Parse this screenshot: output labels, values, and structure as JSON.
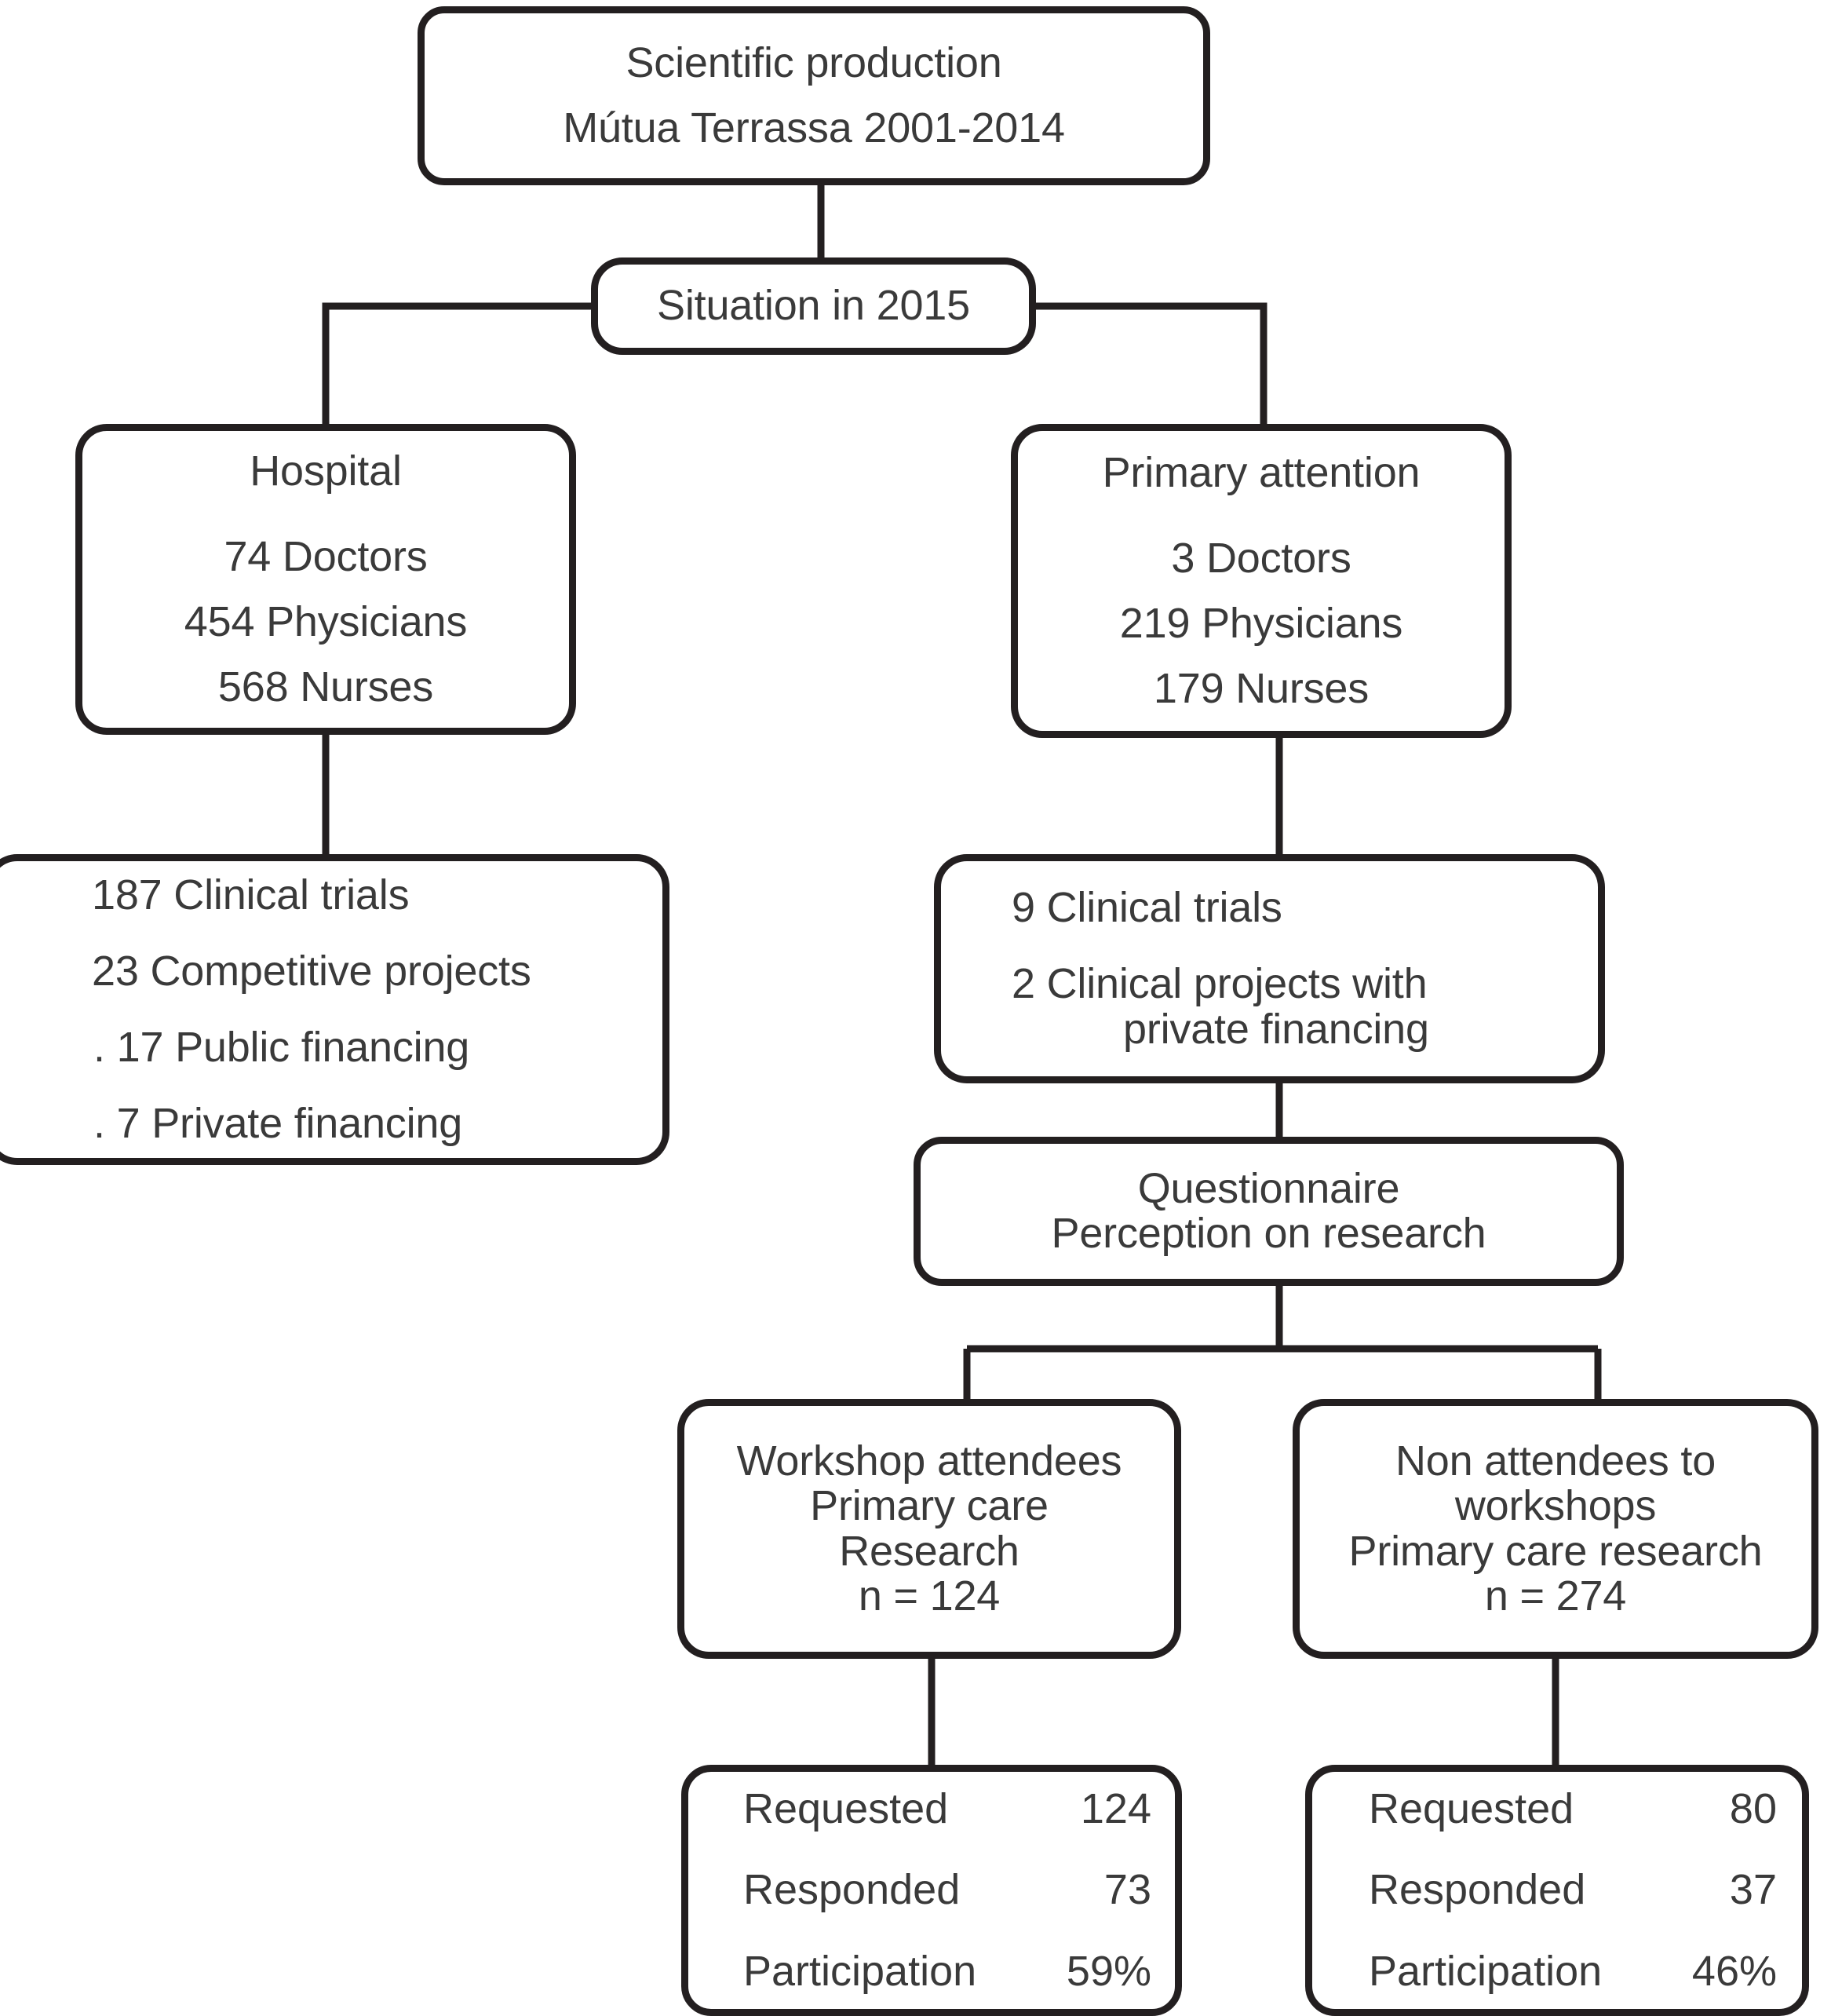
{
  "diagram": {
    "title_box": {
      "line1": "Scientific production",
      "line2": "Mútua Terrassa 2001-2014"
    },
    "situation_box": {
      "label": "Situation in 2015"
    },
    "hospital_box": {
      "heading": "Hospital",
      "items": [
        "74 Doctors",
        "454 Physicians",
        "568 Nurses"
      ]
    },
    "primary_attention_box": {
      "heading": "Primary attention",
      "items": [
        "3 Doctors",
        "219 Physicians",
        "179 Nurses"
      ]
    },
    "hospital_output_box": {
      "items": [
        "187 Clinical trials",
        "23 Competitive projects"
      ],
      "subitems": [
        ". 17 Public financing",
        ". 7 Private financing"
      ]
    },
    "primary_output_box": {
      "items": [
        "9  Clinical trials",
        "2  Clinical projects with"
      ],
      "continuation": "private financing"
    },
    "questionnaire_box": {
      "line1": "Questionnaire",
      "line2": "Perception on research"
    },
    "attendees_box": {
      "line1": "Workshop attendees",
      "line2": "Primary care",
      "line3": "Research",
      "line4": "n = 124"
    },
    "non_attendees_box": {
      "line1": "Non attendees to",
      "line2": "workshops",
      "line3": "Primary care research",
      "line4": "n = 274"
    },
    "attendees_results_box": {
      "rows": [
        {
          "label": "Requested",
          "value": "124"
        },
        {
          "label": "Responded",
          "value": "73"
        },
        {
          "label": "Participation",
          "value": "59%"
        }
      ]
    },
    "non_attendees_results_box": {
      "rows": [
        {
          "label": "Requested",
          "value": "80"
        },
        {
          "label": "Responded",
          "value": "37"
        },
        {
          "label": "Participation",
          "value": "46%"
        }
      ]
    },
    "colors": {
      "stroke": "#231f20",
      "text": "#3a3a3a",
      "background": "#ffffff"
    }
  }
}
